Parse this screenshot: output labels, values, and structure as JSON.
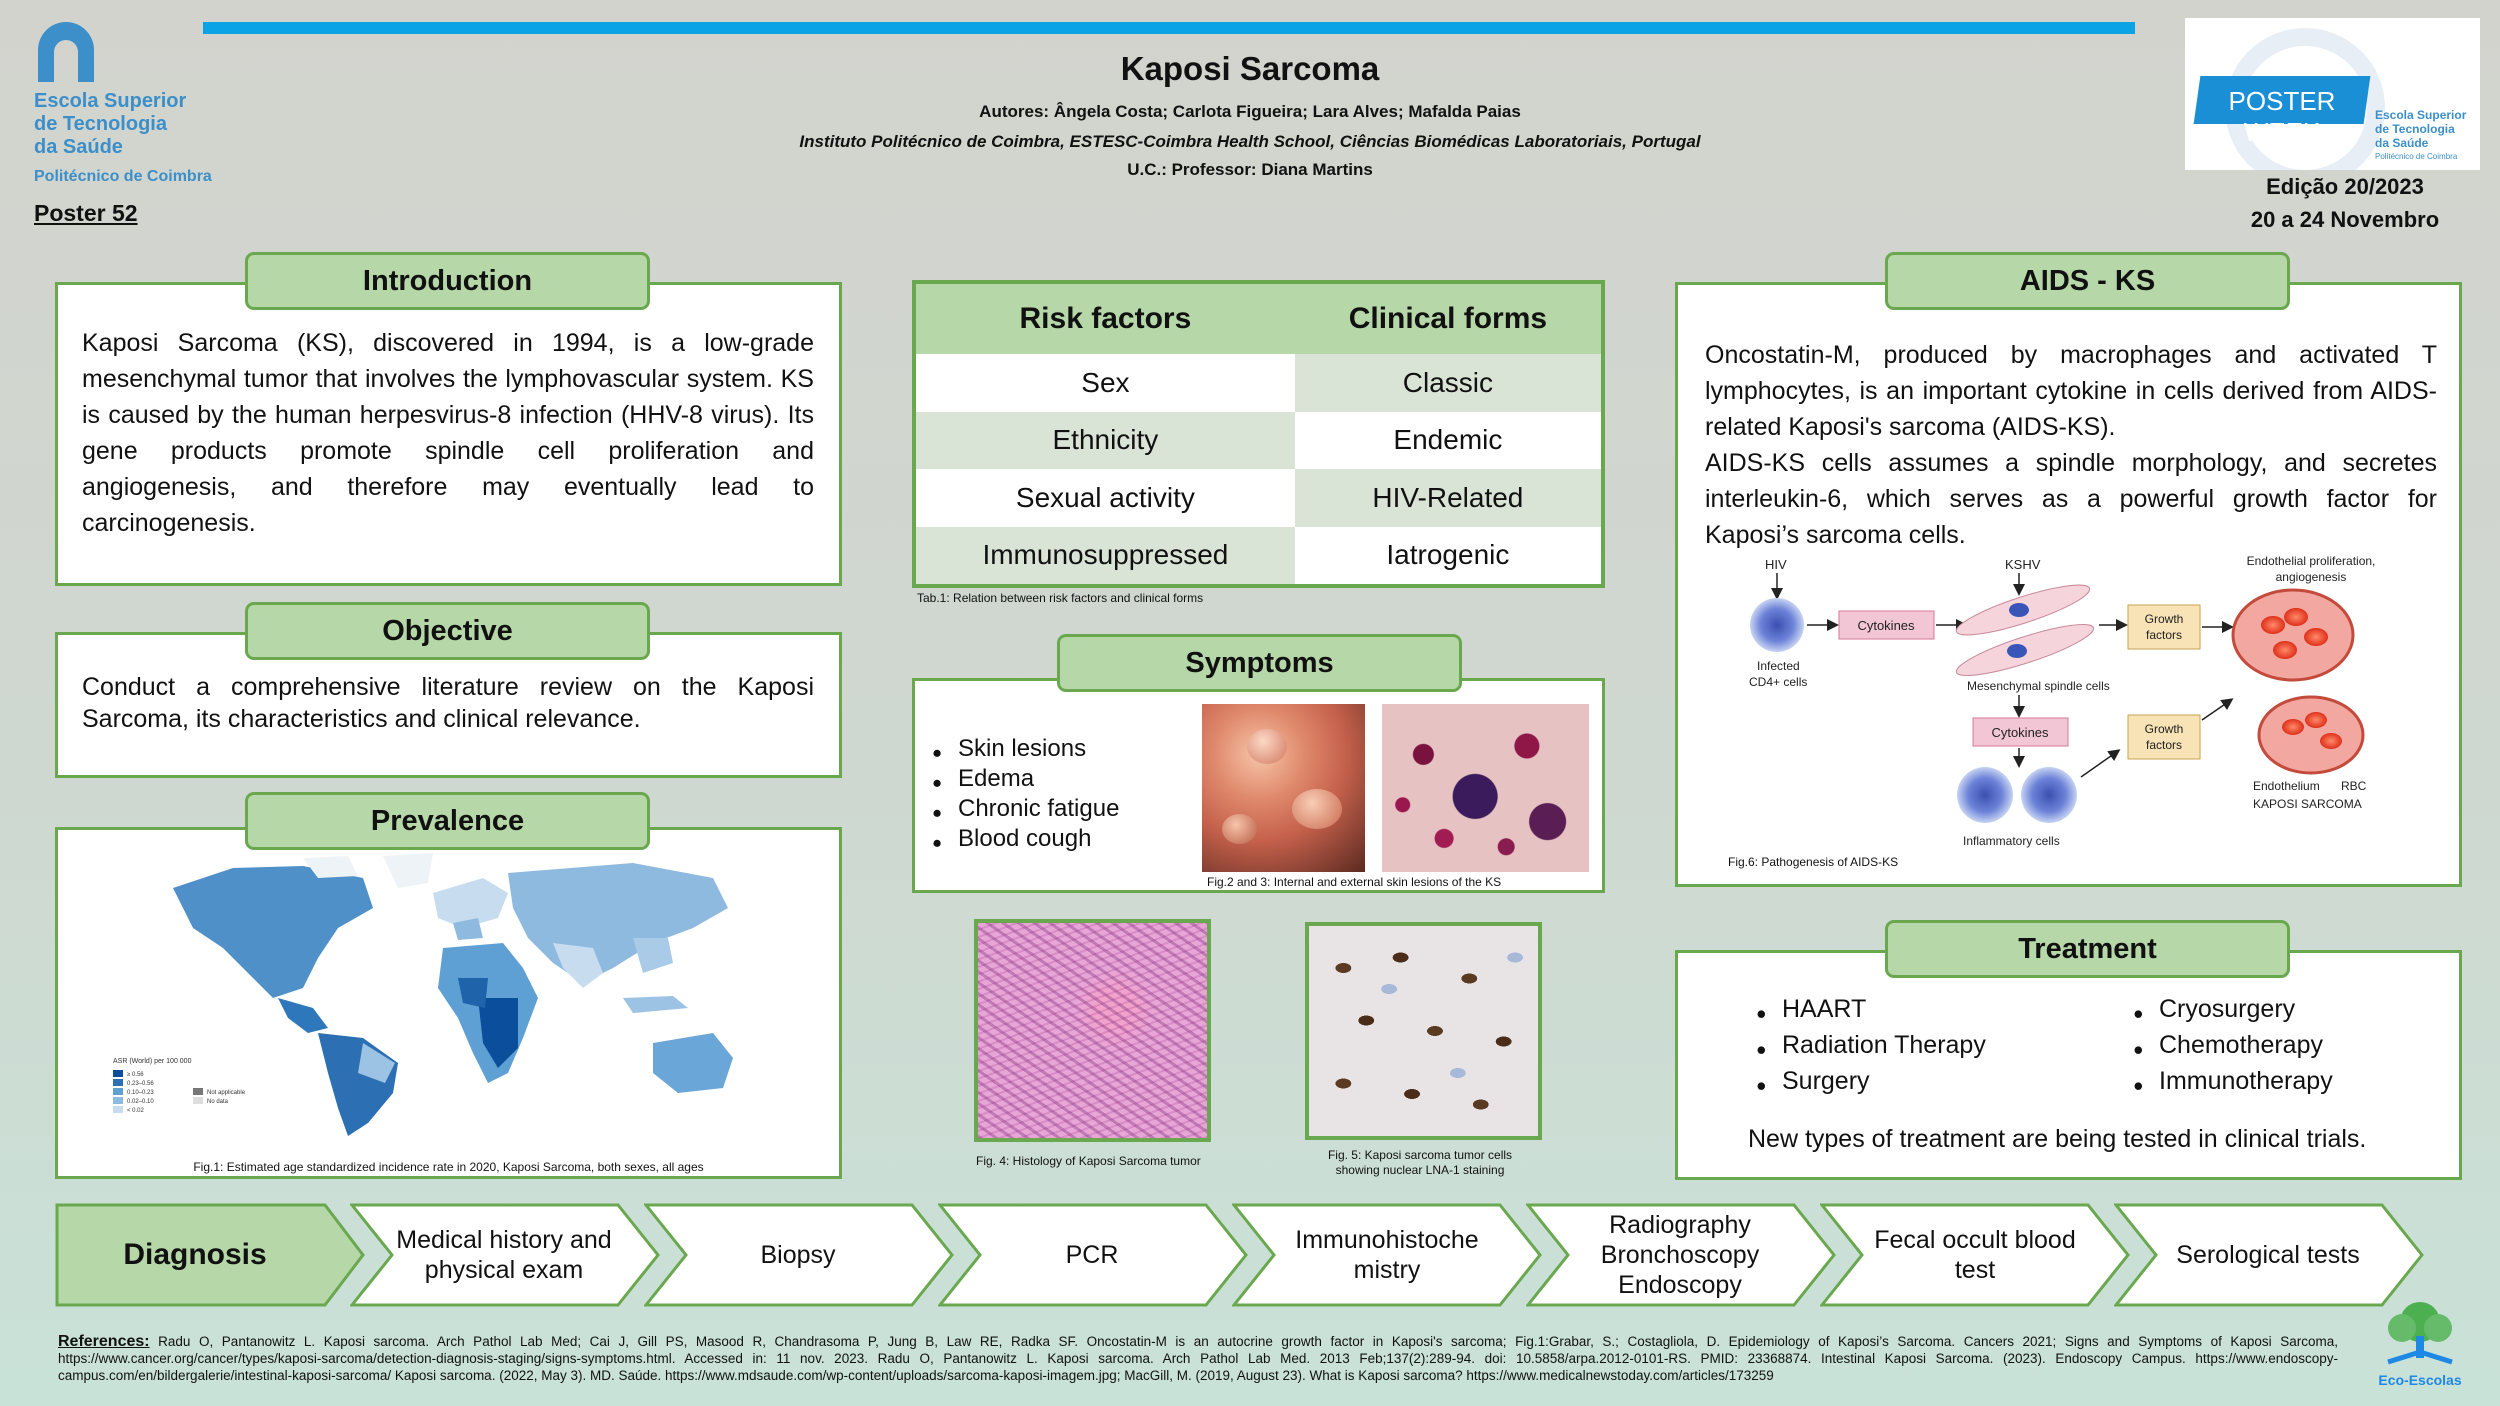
{
  "header": {
    "school_logo_lines": [
      "Escola Superior",
      "de Tecnologia",
      "da Saúde"
    ],
    "school_logo_sub": "Politécnico de Coimbra",
    "poster_number": "Poster 52",
    "title": "Kaposi Sarcoma",
    "authors": "Autores: Ângela Costa; Carlota Figueira; Lara Alves; Mafalda Paias",
    "institution": "Instituto Politécnico de Coimbra, ESTESC-Coimbra Health School, Ciências Biomédicas Laboratoriais, Portugal",
    "uc": "U.C.: Professor: Diana Martins",
    "poster_week_label": "POSTER WEEK",
    "poster_week_side": [
      "Escola Superior",
      "de Tecnologia",
      "da Saúde",
      "Politécnico de Coimbra"
    ],
    "edition": "Edição 20/2023",
    "dates": "20 a 24 Novembro",
    "accent_color": "#0aa3e6"
  },
  "introduction": {
    "heading": "Introduction",
    "text": "Kaposi Sarcoma (KS), discovered in 1994, is a low-grade mesenchymal tumor that involves the lymphovascular system. KS is caused by the human herpesvirus-8 infection (HHV-8 virus). Its gene products promote spindle cell proliferation and angiogenesis, and therefore may eventually lead to carcinogenesis."
  },
  "objective": {
    "heading": "Objective",
    "text": "Conduct a comprehensive literature review on the Kaposi Sarcoma, its characteristics and clinical relevance."
  },
  "prevalence": {
    "heading": "Prevalence",
    "legend_title": "ASR (World) per 100 000",
    "legend_items": [
      "≥ 0.56",
      "0.23–0.56",
      "0.10–0.23",
      "0.02–0.10",
      "< 0.02"
    ],
    "legend_na": [
      "Not applicable",
      "No data"
    ],
    "caption": "Fig.1: Estimated age standardized incidence rate in 2020, Kaposi Sarcoma, both sexes, all ages"
  },
  "risk_table": {
    "headers": [
      "Risk factors",
      "Clinical forms"
    ],
    "rows": [
      [
        "Sex",
        "Classic"
      ],
      [
        "Ethnicity",
        "Endemic"
      ],
      [
        "Sexual activity",
        "HIV-Related"
      ],
      [
        "Immunosuppressed",
        "Iatrogenic"
      ]
    ],
    "caption": "Tab.1: Relation between risk factors and clinical forms"
  },
  "symptoms": {
    "heading": "Symptoms",
    "items": [
      "Skin lesions",
      "Edema",
      "Chronic fatigue",
      "Blood cough"
    ],
    "caption": "Fig.2 and 3: Internal and external skin lesions of the KS"
  },
  "histology": {
    "caption4": "Fig. 4: Histology of Kaposi Sarcoma tumor",
    "caption5_line1": "Fig. 5: Kaposi sarcoma tumor cells",
    "caption5_line2": "showing nuclear LNA-1 staining"
  },
  "aids_ks": {
    "heading": "AIDS - KS",
    "para1": "Oncostatin-M, produced by macrophages and activated T lymphocytes, is an important cytokine in cells derived from AIDS-related Kaposi's sarcoma (AIDS-KS).",
    "para2": "AIDS-KS cells assumes a spindle morphology, and  secretes interleukin-6, which serves as a powerful growth factor for Kaposi’s sarcoma cells.",
    "diagram": {
      "hiv": "HIV",
      "infected": "Infected",
      "cd4": "CD4+ cells",
      "cytokines1": "Cytokines",
      "kshv": "KSHV",
      "mesenchymal": "Mesenchymal spindle cells",
      "growth1a": "Growth",
      "growth1b": "factors",
      "endo1": "Endothelial proliferation,",
      "endo2": "angiogenesis",
      "cytokines2": "Cytokines",
      "growth2a": "Growth",
      "growth2b": "factors",
      "endothelium": "Endothelium",
      "rbc": "RBC",
      "kaposi": "KAPOSI SARCOMA",
      "inflammatory": "Inflammatory cells"
    },
    "caption": "Fig.6: Pathogenesis of AIDS-KS"
  },
  "treatment": {
    "heading": "Treatment",
    "col1": [
      "HAART",
      "Radiation Therapy",
      "Surgery"
    ],
    "col2": [
      "Cryosurgery",
      "Chemotherapy",
      "Immunotherapy"
    ],
    "note": "New types of treatment are being tested in clinical trials."
  },
  "diagnosis": {
    "label": "Diagnosis",
    "steps": [
      "Medical history and physical exam",
      "Biopsy",
      "PCR",
      "Immunohistoche mistry",
      "Radiography Bronchoscopy Endoscopy",
      "Fecal occult blood test",
      "Serological tests"
    ]
  },
  "references": {
    "label": "References:",
    "text": "Radu O, Pantanowitz L. Kaposi sarcoma. Arch Pathol Lab Med; Cai J, Gill PS, Masood R, Chandrasoma P, Jung B, Law RE, Radka SF. Oncostatin-M is an autocrine growth factor in Kaposi's sarcoma; Fig.1:Grabar, S.; Costagliola, D. Epidemiology of Kaposi’s Sarcoma. Cancers 2021; Signs and Symptoms of Kaposi Sarcoma, https://www.cancer.org/cancer/types/kaposi-sarcoma/detection-diagnosis-staging/signs-symptoms.html. Accessed in: 11 nov. 2023. Radu O, Pantanowitz L. Kaposi sarcoma. Arch Pathol Lab Med. 2013 Feb;137(2):289-94. doi: 10.5858/arpa.2012-0101-RS. PMID: 23368874. Intestinal Kaposi Sarcoma. (2023). Endoscopy Campus. https://www.endoscopy-campus.com/en/bildergalerie/intestinal-kaposi-sarcoma/ Kaposi sarcoma. (2022, May 3). MD. Saúde. https://www.mdsaude.com/wp-content/uploads/sarcoma-kaposi-imagem.jpg; MacGill, M. (2019, August 23). What is Kaposi sarcoma? https://www.medicalnewstoday.com/articles/173259"
  },
  "eco_logo": "Eco-Escolas"
}
